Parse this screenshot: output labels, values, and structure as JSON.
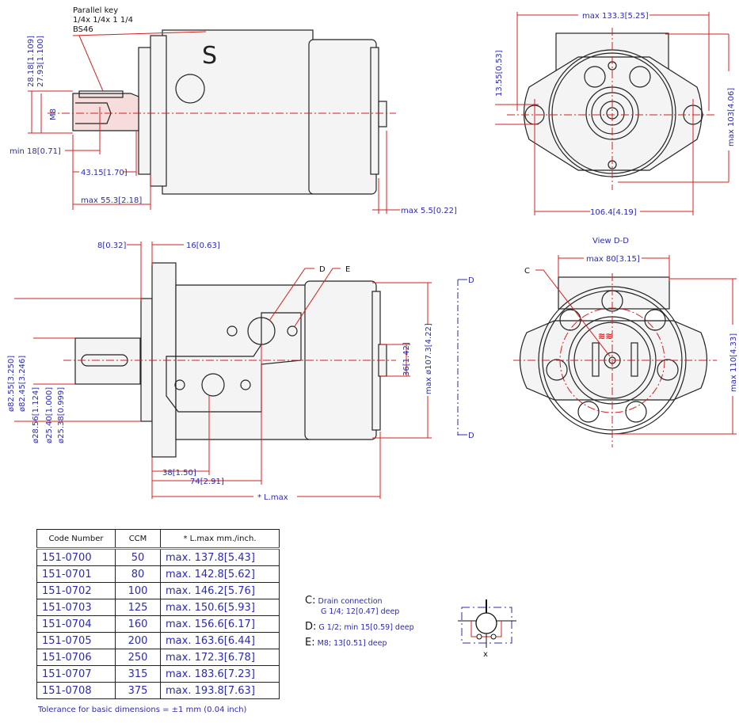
{
  "top_side_view": {
    "key_line1": "Parallel key",
    "key_line2": "1/4x  1/4x  1  1/4",
    "key_line3": "BS46",
    "dim_28_18": "28.18[1.109]",
    "dim_27_93": "27.93[1.100]",
    "thread": "M8",
    "min_18": "min  18[0.71]",
    "dim_43_15": "43.15[1.70]",
    "max_55_3": "max  55.3[2.18]",
    "max_5_5": "max  5.5[0.22]"
  },
  "view_dd": {
    "max_133_3": "max  133.3[5.25]",
    "dim_13_55": "13.55[0.53]",
    "max_103": "max  103[4.06]",
    "dim_106_4": "106.4[4.19]",
    "title": "View  D-D"
  },
  "middle_side_view": {
    "dim_8": "8[0.32]",
    "dim_16": "16[0.63]",
    "d82_55": "ø82.55[3.250]",
    "d82_45": "ø82.45[3.246]",
    "d28_56": "ø28.56[1.124]",
    "d25_40": "ø25.40[1.000]",
    "d25_38": "ø25.38[0.999]",
    "label_d": "D",
    "label_e": "E",
    "dim_36": "36[1.42]",
    "max_d107_3": "max  ø107.3[4.22]",
    "section_d_top": "D",
    "section_d_bottom": "D",
    "dim_38": "38[1.50]",
    "dim_74": "74[2.91]",
    "l_max": "* L.max"
  },
  "front_view": {
    "label_c": "C",
    "max_80": "max  80[3.15]",
    "max_110": "max  110[4.33]"
  },
  "table": {
    "headers": [
      "Code Number",
      "CCM",
      "* L.max   mm./inch."
    ],
    "rows": [
      [
        "151-0700",
        "50",
        "max.  137.8[5.43]"
      ],
      [
        "151-0701",
        "80",
        "max.  142.8[5.62]"
      ],
      [
        "151-0702",
        "100",
        "max.  146.2[5.76]"
      ],
      [
        "151-0703",
        "125",
        "max.  150.6[5.93]"
      ],
      [
        "151-0704",
        "160",
        "max.  156.6[6.17]"
      ],
      [
        "151-0705",
        "200",
        "max.  163.6[6.44]"
      ],
      [
        "151-0706",
        "250",
        "max.  172.3[6.78]"
      ],
      [
        "151-0707",
        "315",
        "max.  183.6[7.23]"
      ],
      [
        "151-0708",
        "375",
        "max.  193.8[7.63]"
      ]
    ]
  },
  "tolerance": "Tolerance  for  basic  dimensions  =  ±1  mm  (0.04  inch)",
  "legend": {
    "c_key": "C:",
    "c_line1": "Drain  connection",
    "c_line2": "G  1/4;  12[0.47]  deep",
    "d_key": "D:",
    "d_text": "G  1/2;  min  15[0.59]  deep",
    "e_key": "E:",
    "e_text": "M8;  13[0.51]  deep",
    "symbol_x": "x"
  }
}
